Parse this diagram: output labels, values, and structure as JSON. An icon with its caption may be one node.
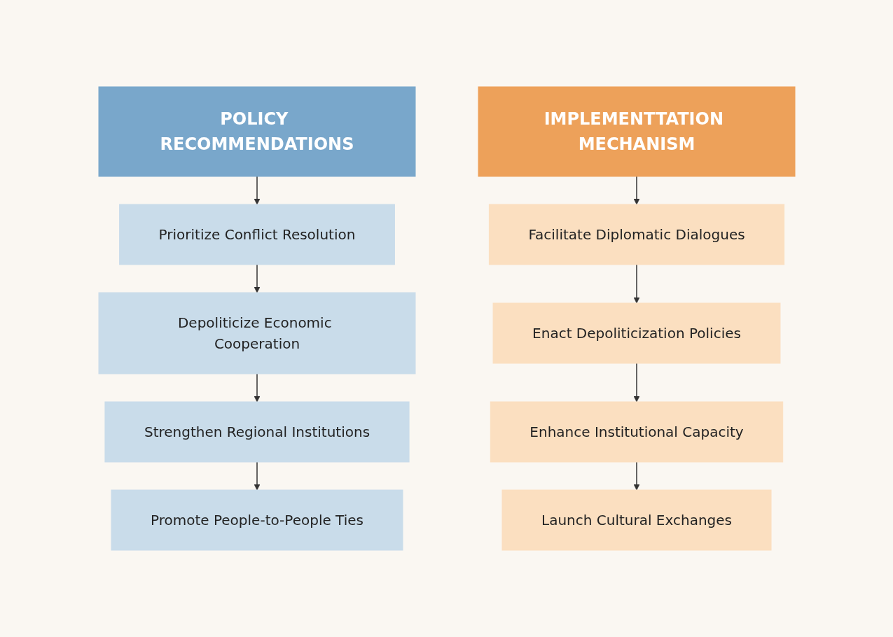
{
  "diagram": {
    "nodes": [
      {
        "text": [
          "POLICY RECOMMENDATIONS"
        ]
      },
      {
        "text": [
          "Prioritize Conflict Resolution"
        ]
      },
      {
        "text": [
          "Depoliticize Economic Cooperation"
        ]
      },
      {
        "text": [
          "Strengthen Regional Institutions"
        ]
      },
      {
        "text": [
          "Promote People-to-People Ties"
        ]
      },
      {
        "text": [
          "IMPLEMENTTATION MECHANISM"
        ]
      },
      {
        "text": [
          "Facilitate Diplomatic Dialogues"
        ]
      },
      {
        "text": [
          "Enact Depoliticization Policies"
        ]
      },
      {
        "text": [
          "Enhance Institutional Capacity"
        ]
      },
      {
        "text": [
          "Launch Cultural Exchanges"
        ]
      }
    ],
    "edges": [
      {
        "from": 0,
        "to": 1,
        "arrow": "to"
      },
      {
        "from": 1,
        "to": 2,
        "arrow": "to"
      },
      {
        "from": 2,
        "to": 3,
        "arrow": "to"
      },
      {
        "from": 3,
        "to": 4,
        "arrow": "to"
      },
      {
        "from": 5,
        "to": 6,
        "arrow": "to"
      },
      {
        "from": 6,
        "to": 7,
        "arrow": "to"
      },
      {
        "from": 7,
        "to": 8,
        "arrow": "to"
      },
      {
        "from": 8,
        "to": 9,
        "arrow": "to"
      }
    ]
  }
}
